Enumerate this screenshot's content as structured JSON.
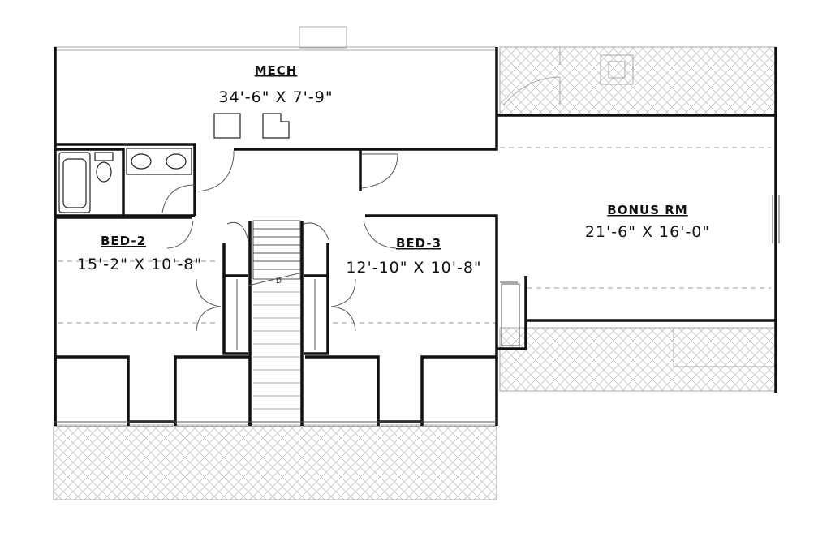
{
  "rooms": {
    "mech": {
      "name": "MECH",
      "dims": "34'-6\" X 7'-9\""
    },
    "bonus": {
      "name": "BONUS RM",
      "dims": "21'-6\" X 16'-0\""
    },
    "bed2": {
      "name": "BED-2",
      "dims": "15'-2\" X 10'-8\""
    },
    "bed3": {
      "name": "BED-3",
      "dims": "12'-10\" X 10'-8\""
    }
  },
  "stair_note": "D",
  "colors": {
    "wall": "#111111",
    "hatch": "#bbbbbb"
  }
}
